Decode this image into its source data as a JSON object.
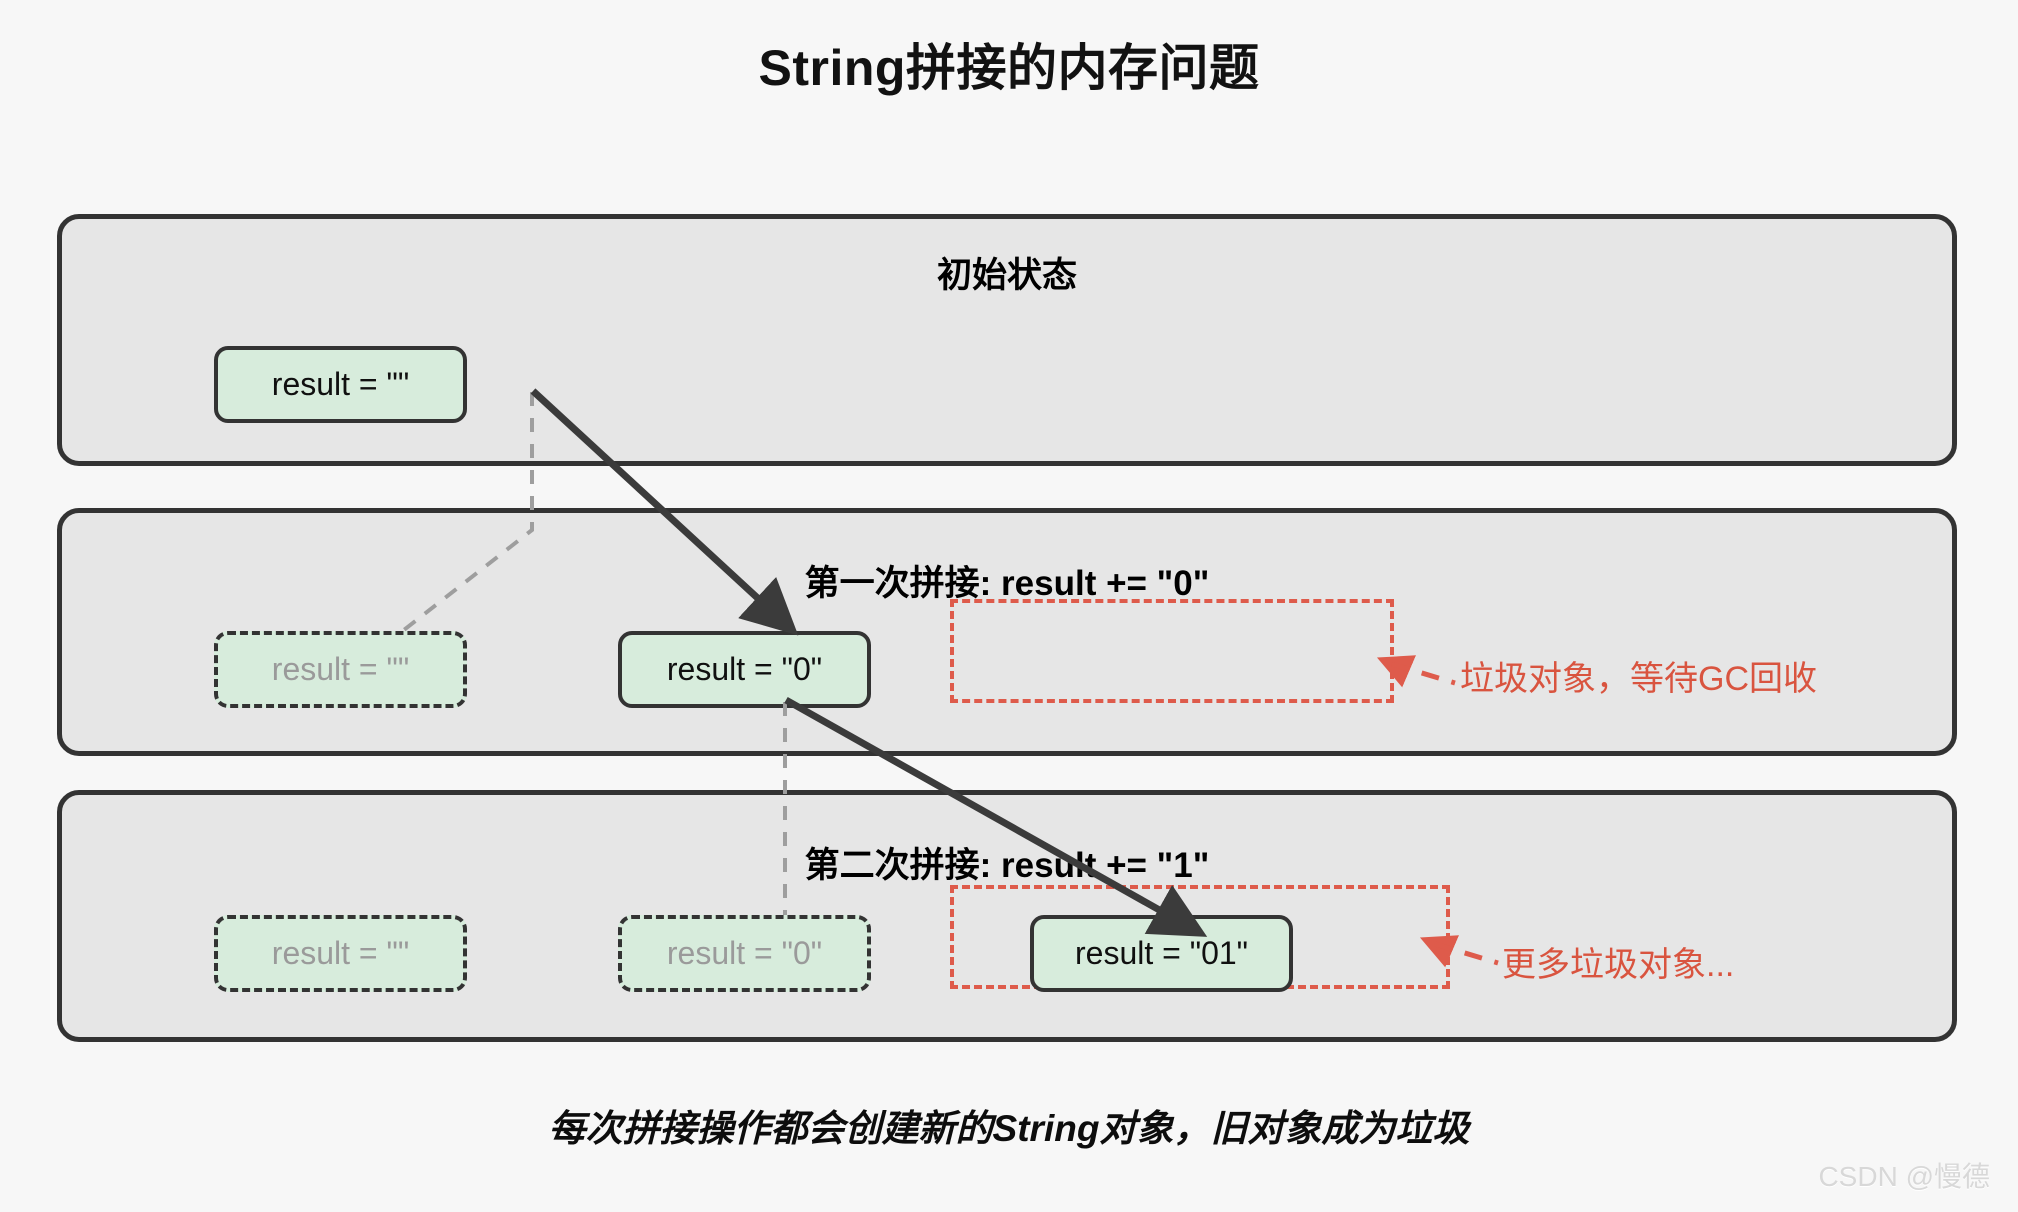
{
  "diagram": {
    "title": "String拼接的内存问题",
    "caption": "每次拼接操作都会创建新的String对象，旧对象成为垃圾",
    "watermark": "CSDN @慢德",
    "colors": {
      "page_background": "#f7f7f7",
      "panel_background": "#e6e6e6",
      "panel_border": "#333333",
      "object_fill": "#d7ecdc",
      "object_border": "#333333",
      "ghost_text": "#9a9a9a",
      "garbage_red": "#de5b4b",
      "arrow": "#3b3b3b",
      "dashed_gray": "#9e9e9e",
      "watermark": "#d8d8d8"
    },
    "panels": [
      {
        "title": "初始状态",
        "boxes": [
          {
            "label": "result = \"\"",
            "state": "live"
          }
        ],
        "garbage": null
      },
      {
        "title": "第一次拼接: result += \"0\"",
        "boxes": [
          {
            "label": "result = \"\"",
            "state": "garbage"
          },
          {
            "label": "result = \"0\"",
            "state": "live"
          }
        ],
        "garbage": {
          "label": "垃圾对象，等待GC回收"
        }
      },
      {
        "title": "第二次拼接: result += \"1\"",
        "boxes": [
          {
            "label": "result = \"\"",
            "state": "garbage"
          },
          {
            "label": "result = \"0\"",
            "state": "garbage"
          },
          {
            "label": "result = \"01\"",
            "state": "live"
          }
        ],
        "garbage": {
          "label": "更多垃圾对象..."
        }
      }
    ]
  }
}
